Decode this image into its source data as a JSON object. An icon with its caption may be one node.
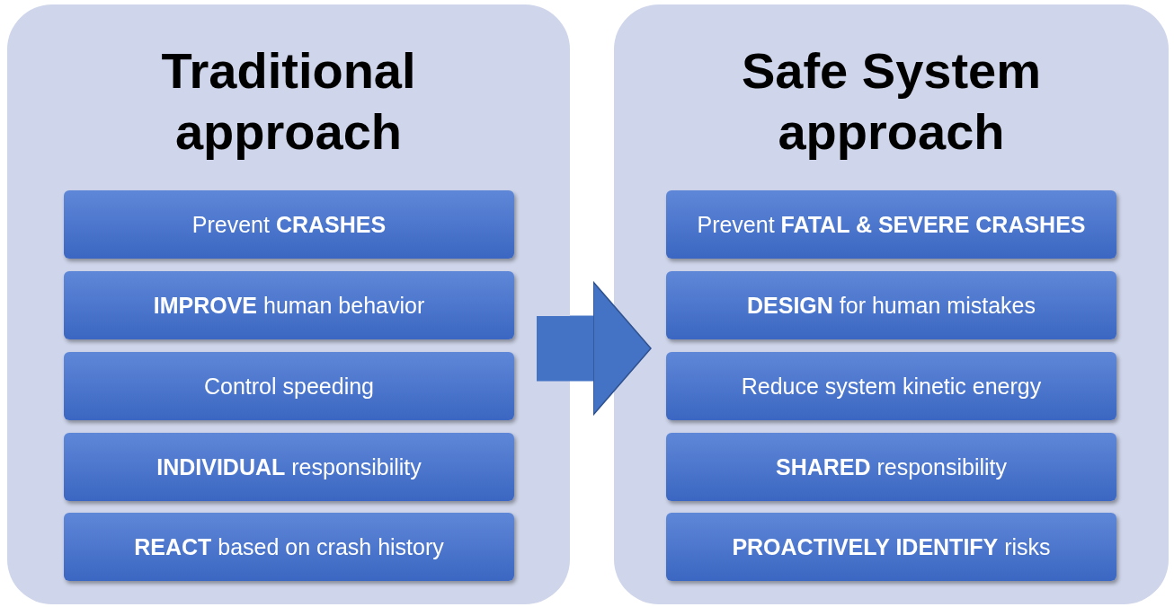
{
  "diagram": {
    "nodes": [
      {
        "text": [
          "Traditional approach"
        ]
      },
      {
        "text": [
          "Prevent **CRASHES**"
        ],
        "in": 0
      },
      {
        "text": [
          "**IMPROVE** human behavior"
        ],
        "in": 0
      },
      {
        "text": [
          "Control speeding"
        ],
        "in": 0
      },
      {
        "text": [
          "**INDIVIDUAL** responsibility"
        ],
        "in": 0
      },
      {
        "text": [
          "**REACT** based on crash history"
        ],
        "in": 0
      },
      {
        "text": [
          "Safe System approach"
        ]
      },
      {
        "text": [
          "Prevent **FATAL & SEVERE CRASHES**"
        ],
        "in": 6
      },
      {
        "text": [
          "**DESIGN** for human mistakes"
        ],
        "in": 6
      },
      {
        "text": [
          "Reduce system kinetic energy"
        ],
        "in": 6
      },
      {
        "text": [
          "**SHARED** responsibility"
        ],
        "in": 6
      },
      {
        "text": [
          "**PROACTIVELY IDENTIFY** risks"
        ],
        "in": 6
      }
    ],
    "edges": [
      {
        "from": 0,
        "to": 6,
        "arrow": "to"
      }
    ]
  }
}
